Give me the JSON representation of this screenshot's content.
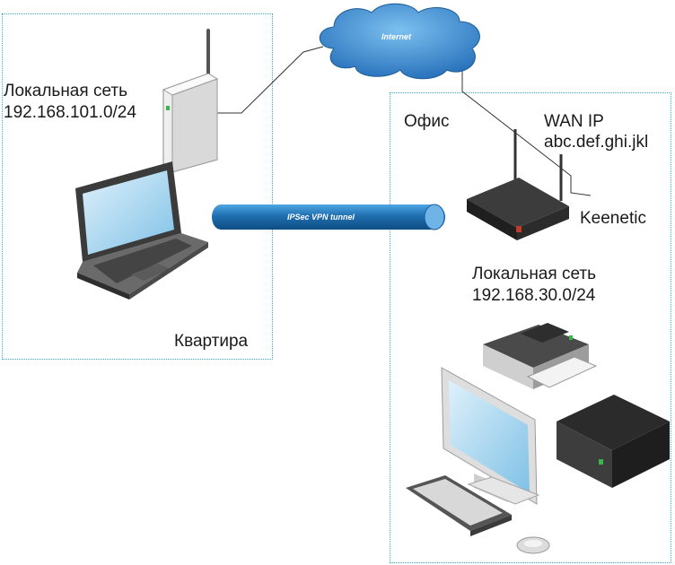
{
  "internet": {
    "label": "Internet"
  },
  "tunnel": {
    "label": "IPSec VPN tunnel"
  },
  "apartment": {
    "zone_label": "Квартира",
    "network_title": "Локальная сеть",
    "network_subnet": "192.168.101.0/24"
  },
  "office": {
    "zone_label": "Офис",
    "wan_title": "WAN IP",
    "wan_address": "abc.def.ghi.jkl",
    "router_name": "Keenetic",
    "network_title": "Локальная сеть",
    "network_subnet": "192.168.30.0/24"
  },
  "colors": {
    "zone_border": "#3aa9c4",
    "cloud": "#2f7fc4",
    "tunnel": "#1f6fb0"
  },
  "icons": [
    "cloud-icon",
    "wifi-router-icon",
    "laptop-icon",
    "vpn-tunnel-icon",
    "keenetic-router-icon",
    "printer-icon",
    "server-icon",
    "monitor-icon",
    "keyboard-icon",
    "mouse-icon"
  ]
}
